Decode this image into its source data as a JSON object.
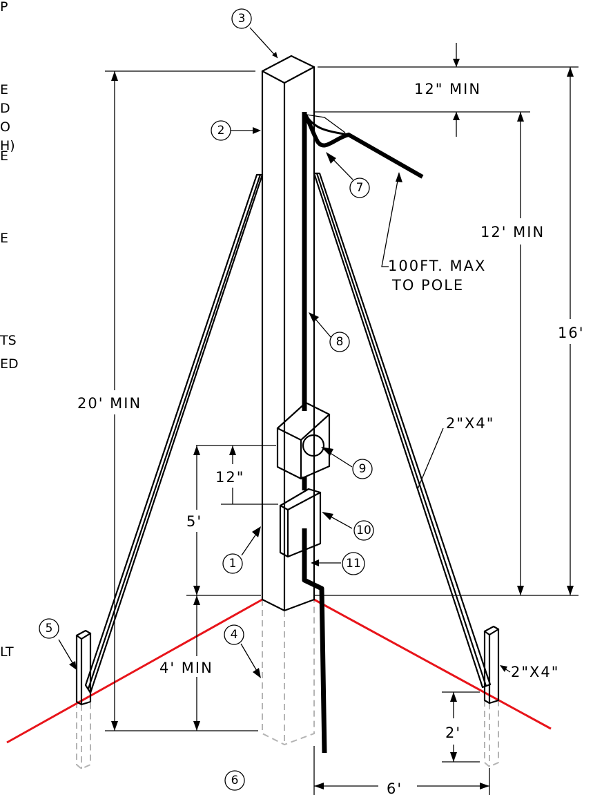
{
  "dimensions": {
    "top_clearance": "12\"  MIN",
    "attach_height": "12'  MIN",
    "total_height": "16'",
    "pole_length": "20'  MIN",
    "meter_offset": "12\"",
    "meter_height": "5'",
    "burial_depth": "4'  MIN",
    "brace_depth": "2'",
    "brace_spacing": "6'"
  },
  "callouts": {
    "service_span_line1": "100FT. MAX",
    "service_span_line2": "TO POLE",
    "brace_size": "2\"X4\"",
    "stake_size": "2\"X4\""
  },
  "item_numbers": [
    "1",
    "2",
    "3",
    "4",
    "5",
    "6",
    "7",
    "8",
    "9",
    "10",
    "11"
  ],
  "clipped_text": [
    "P",
    "E",
    "D",
    "O",
    "H)",
    "E",
    "E",
    "TS",
    "ED",
    "LT"
  ],
  "colors": {
    "ground_line": "#e8141a",
    "below_grade": "#b4b4b4",
    "line": "#000000"
  }
}
